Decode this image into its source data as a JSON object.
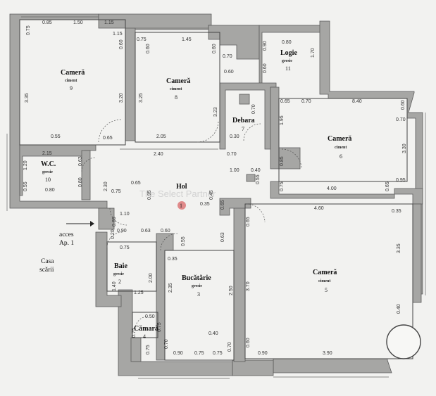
{
  "rooms": {
    "r9": {
      "name": "Cameră",
      "floor": "ciment",
      "num": "9"
    },
    "r8": {
      "name": "Cameră",
      "floor": "ciment",
      "num": "8"
    },
    "logia": {
      "name": "Logie",
      "floor": "gresie",
      "num": "11"
    },
    "debara": {
      "name": "Debara",
      "num": "7"
    },
    "r6": {
      "name": "Cameră",
      "floor": "ciment",
      "num": "6"
    },
    "wc": {
      "name": "W.C.",
      "floor": "gresie",
      "num": "10"
    },
    "hol": {
      "name": "Hol",
      "num": "1"
    },
    "baie": {
      "name": "Baie",
      "floor": "gresie",
      "num": "2"
    },
    "bucatarie": {
      "name": "Bucătărie",
      "floor": "gresie",
      "num": "3"
    },
    "camara": {
      "name": "Cămară",
      "num": "4"
    },
    "r5": {
      "name": "Cameră",
      "floor": "ciment",
      "num": "5"
    }
  },
  "access": {
    "line1": "acces",
    "line2": "Ap. 1",
    "stair1": "Casa",
    "stair2": "scării"
  },
  "watermark": "The Select Partner",
  "colors": {
    "wall": "#a6a6a4",
    "paper": "#f2f2f0",
    "hol_marker": "#e08a8a"
  },
  "dims": {
    "d085a": "0.85",
    "d150": "1.50",
    "d115a": "1.15",
    "d115b": "1.15",
    "d075a": "0.75",
    "d060a": "0.60",
    "d145": "1.45",
    "d060b": "0.60",
    "d075b": "0.75",
    "d070a": "0.70",
    "d080": "0.80",
    "d090": "0.90",
    "d060c": "0.60",
    "d170": "1.70",
    "d335": "3.35",
    "d320a": "3.20",
    "d325": "3.25",
    "d060d": "0.60",
    "d323": "3.23",
    "d055": "0.55",
    "d065a": "0.65",
    "d205": "2.05",
    "d030": "0.30",
    "d070b": "0.70",
    "d065b": "0.65",
    "d070c": "0.70",
    "d840": "8.40",
    "d060e": "0.60",
    "d070d": "0.70",
    "d195": "1.95",
    "d330": "3.30",
    "d215": "2.15",
    "d063": "0.63",
    "d120": "1.20",
    "d240": "2.40",
    "d080b": "0.80",
    "d070e": "0.70",
    "d100": "1.00",
    "d040": "0.40",
    "d065c": "0.65",
    "d055b": "0.55",
    "d085b": "0.85",
    "d055c": "0.55",
    "d230": "2.30",
    "d080c": "0.80",
    "d080d": "0.80",
    "d095": "0.95",
    "d075c": "0.75",
    "d400": "4.00",
    "d095b": "0.95",
    "d065d": "0.65",
    "d035": "0.35",
    "d045": "0.45",
    "d065e": "0.65",
    "d110": "1.10",
    "d460": "4.60",
    "d035b": "0.35",
    "d065f": "0.65",
    "d090b": "0.90",
    "d063b": "0.63",
    "d060f": "0.60",
    "d020": "0.20",
    "d035c": "0.35",
    "d075d": "0.75",
    "d065g": "0.65",
    "d335b": "3.35",
    "d063c": "0.63",
    "d200": "2.00",
    "d140": "1.40",
    "d125": "1.25",
    "d235": "2.35",
    "d250": "2.50",
    "d370": "3.70",
    "d040b": "0.40",
    "d050": "0.50",
    "d075e": "0.75",
    "d075f": "0.75",
    "d090c": "0.90",
    "d075g": "0.75",
    "d070f": "0.70",
    "d075h": "0.75",
    "d090d": "0.90",
    "d390": "3.90",
    "d060g": "0.60"
  }
}
